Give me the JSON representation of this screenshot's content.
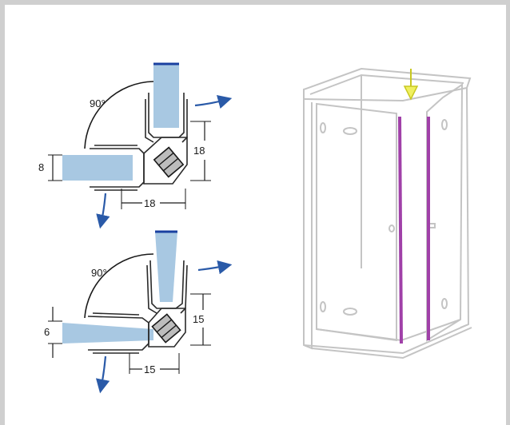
{
  "diagram_top": {
    "angle_label": "90°",
    "height_label": "18",
    "width_label": "18",
    "thickness_label": "8"
  },
  "diagram_bottom": {
    "angle_label": "90°",
    "height_label": "15",
    "width_label": "15",
    "thickness_label": "6"
  },
  "colors": {
    "glass": "#a8c8e2",
    "profile_outline": "#2a2a2a",
    "arrow_blue": "#2a5aa8",
    "top_edge_blue": "#1a40a0",
    "seal_highlight": "#a040a8",
    "indicator_arrow": "#e8e840",
    "enclosure_frame": "#c4c4c4",
    "page_border": "#cfcfcf"
  },
  "icons": {
    "rotation_arrow": "curved-arrow-icon",
    "magnet": "magnet-icon",
    "indicator": "down-arrow-icon"
  }
}
